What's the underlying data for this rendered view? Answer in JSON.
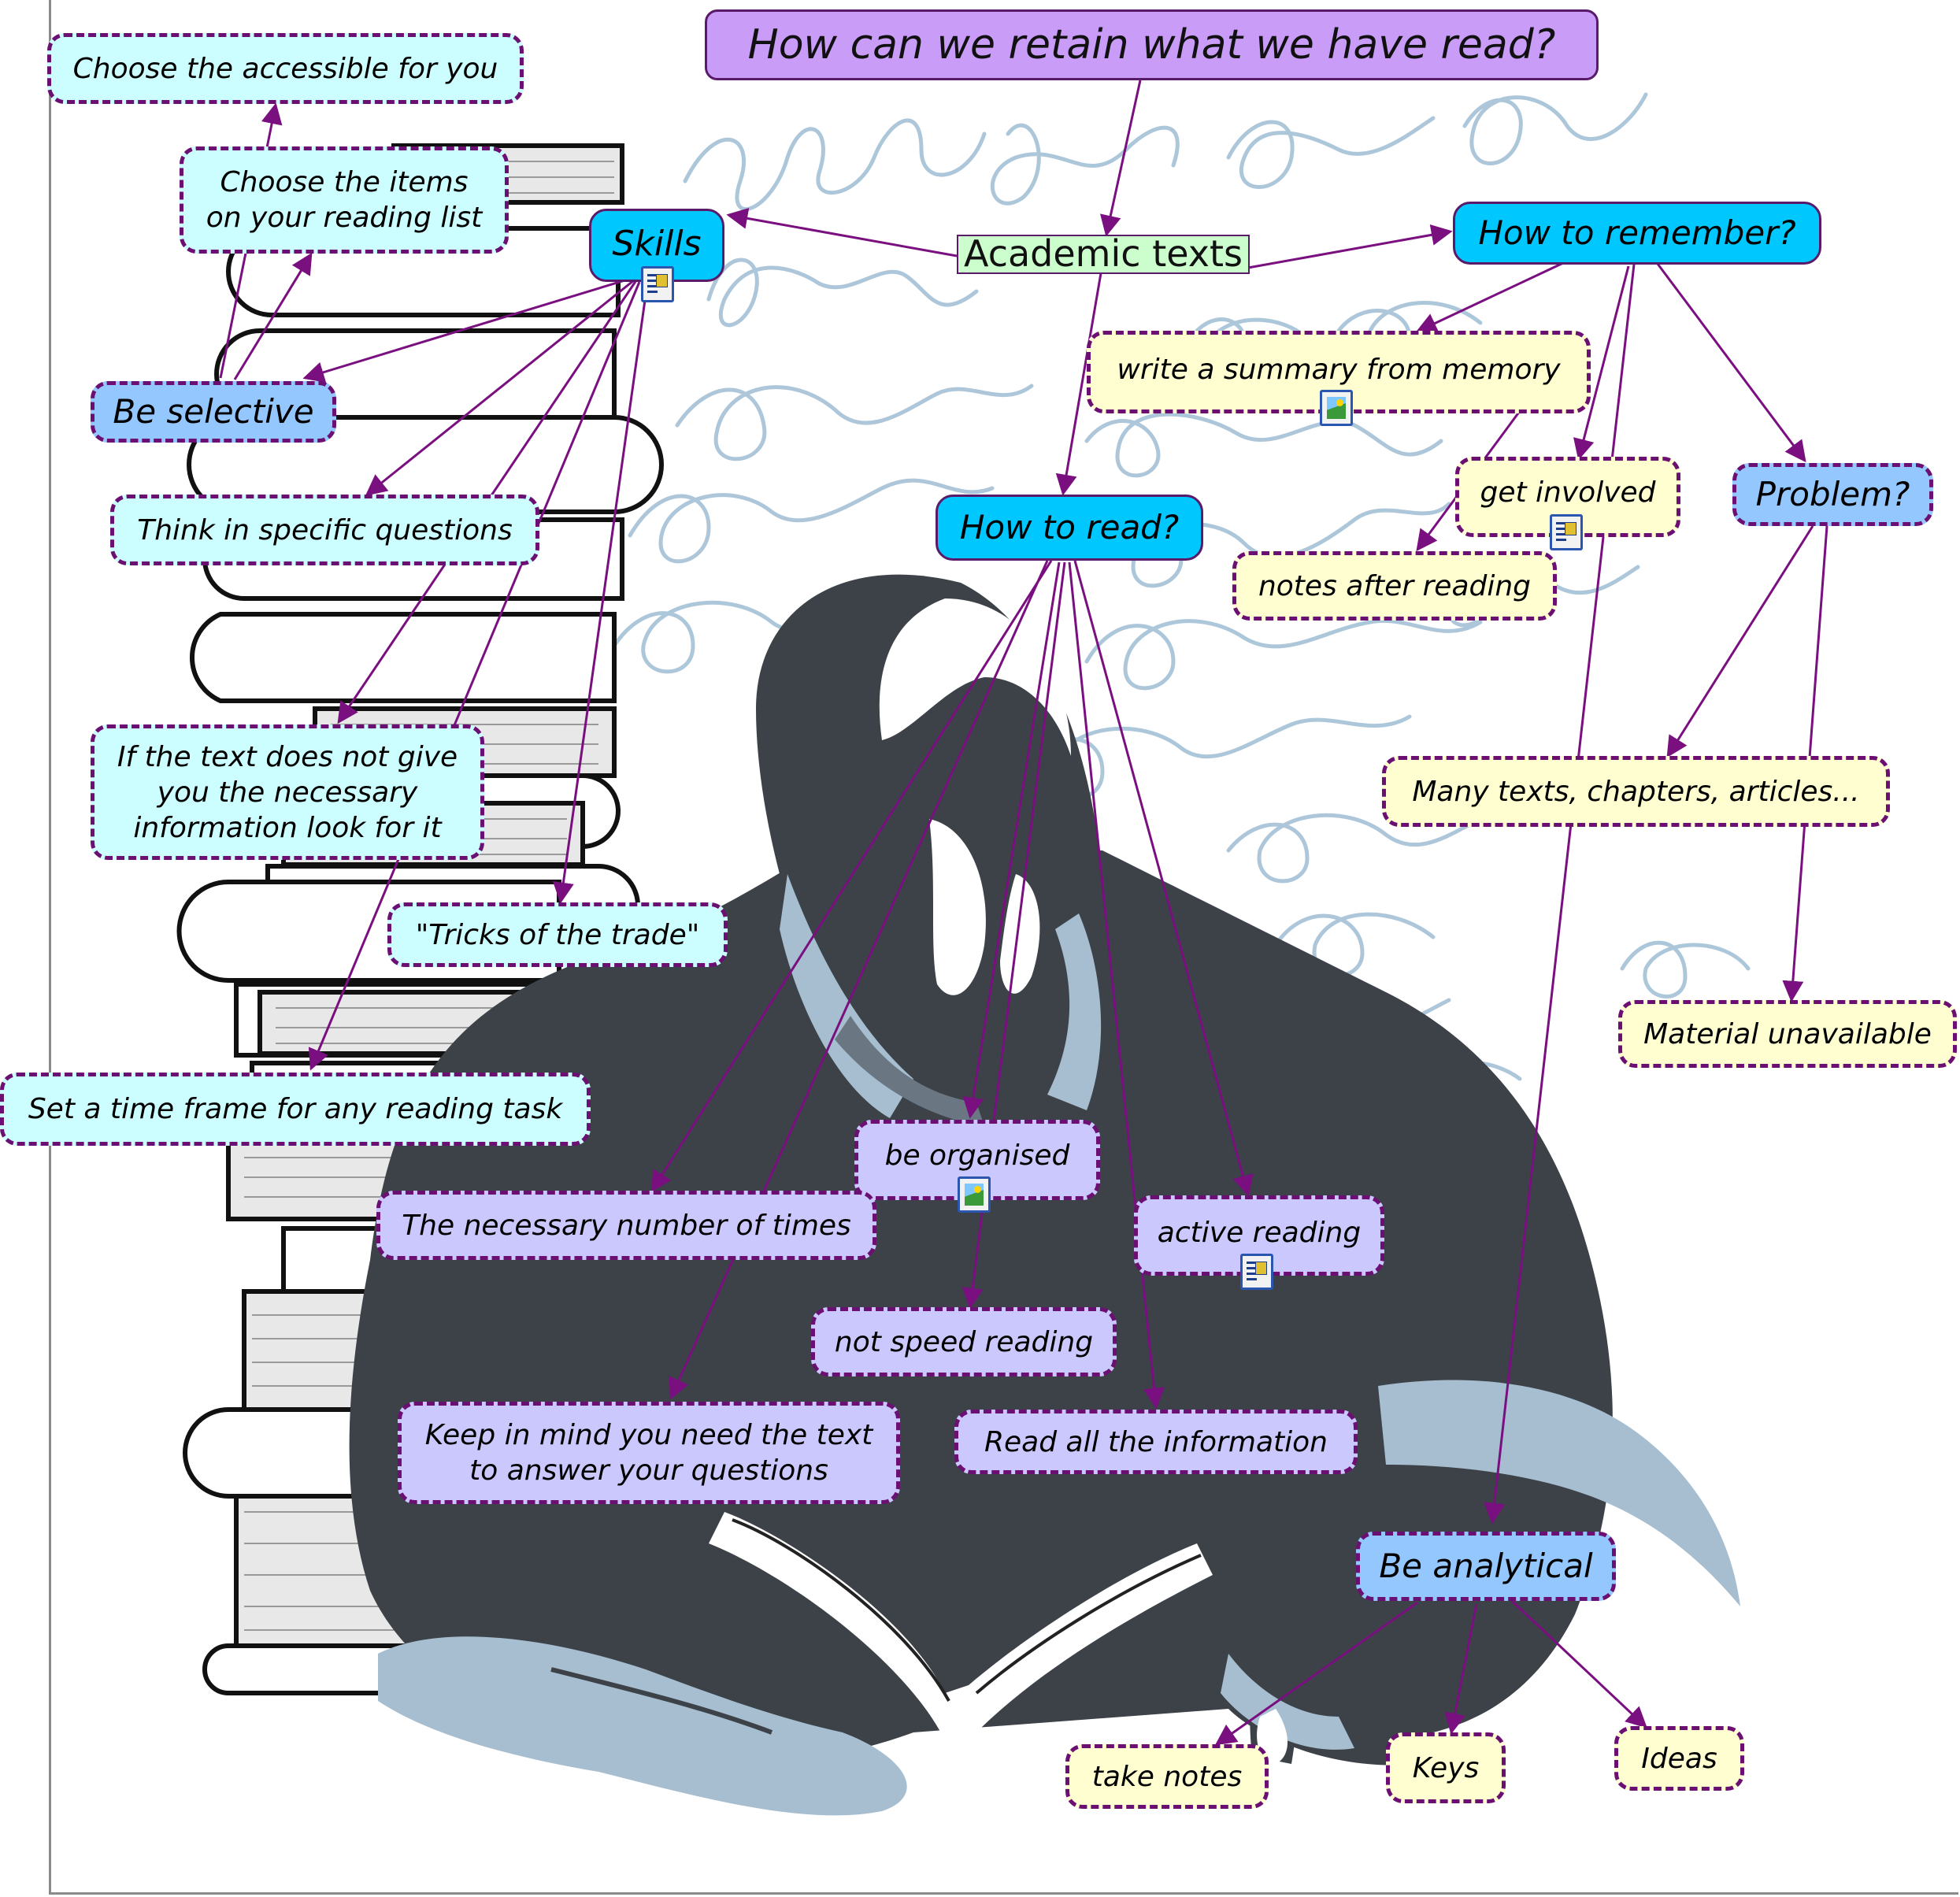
{
  "title": "How can we retain what we have read?",
  "center": "Academic texts",
  "skills": {
    "label": "Skills",
    "be_selective": "Be selective",
    "choose_items": "Choose the items on your reading list",
    "choose_accessible": "Choose the accessible for you",
    "specific_questions": "Think in specific questions",
    "look_for_it": "If the text does not give you the necessary information look for it",
    "tricks": "\"Tricks of the trade\"",
    "time_frame": "Set a time frame for any reading task"
  },
  "remember": {
    "label": "How to remember?",
    "summary": "write a summary from memory",
    "involved": "get involved",
    "notes_after": "notes after reading",
    "problem": "Problem?",
    "many_texts": "Many texts, chapters, articles...",
    "unavailable": "Material unavailable"
  },
  "read": {
    "label": "How to read?",
    "organised": "be organised",
    "number_times": "The necessary number of times",
    "active": "active reading",
    "not_speed": "not speed reading",
    "keep_in_mind": "Keep in mind you need the text to answer your questions",
    "read_all": "Read all the information"
  },
  "analytical": {
    "label": "Be analytical",
    "take_notes": "take notes",
    "keys": "Keys",
    "ideas": "Ideas"
  },
  "colors": {
    "link": "#7a0f80",
    "dash_border": "#6b0f73",
    "cyan": "#ccfeff",
    "yellow": "#fefed0",
    "lavender": "#cbc8fd",
    "blue": "#95c7ff",
    "bright_blue": "#00c8ff",
    "purple": "#c89cf7",
    "green": "#ccfecd"
  },
  "icons": [
    "document-icon",
    "image-icon"
  ]
}
